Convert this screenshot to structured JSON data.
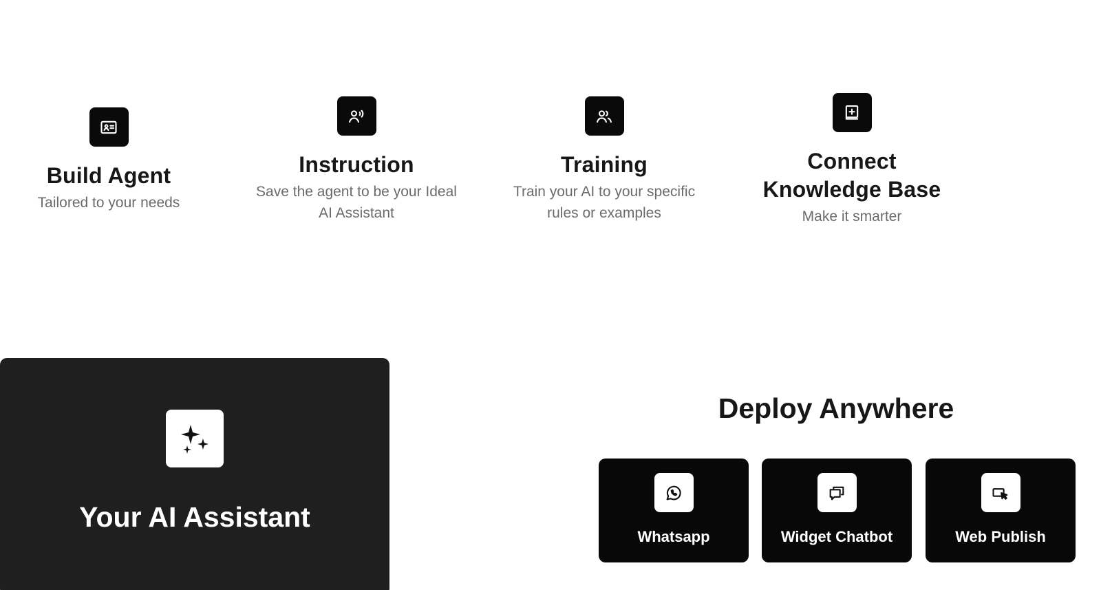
{
  "steps": [
    {
      "title": "Build Agent",
      "description": "Tailored to your needs",
      "icon": "id-card-icon"
    },
    {
      "title": "Instruction",
      "description": "Save the agent to be your Ideal AI Assistant",
      "icon": "voice-user-icon"
    },
    {
      "title": "Training",
      "description": "Train your AI to your specific rules or examples",
      "icon": "users-icon"
    },
    {
      "title": "Connect Knowledge Base",
      "description": "Make it smarter",
      "icon": "book-plus-icon"
    }
  ],
  "assistant": {
    "title": "Your AI Assistant",
    "icon": "sparkles-icon"
  },
  "deploy": {
    "title": "Deploy Anywhere",
    "channels": [
      {
        "label": "Whatsapp",
        "icon": "whatsapp-icon"
      },
      {
        "label": "Widget Chatbot",
        "icon": "chat-bubbles-icon"
      },
      {
        "label": "Web Publish",
        "icon": "browser-cursor-icon"
      }
    ]
  },
  "colors": {
    "background": "#ffffff",
    "tile_dark": "#0a0a0a",
    "assistant_card": "#1f1f1f",
    "deploy_card": "#080808",
    "title_text": "#171717",
    "description_text": "#6b6b6b"
  }
}
